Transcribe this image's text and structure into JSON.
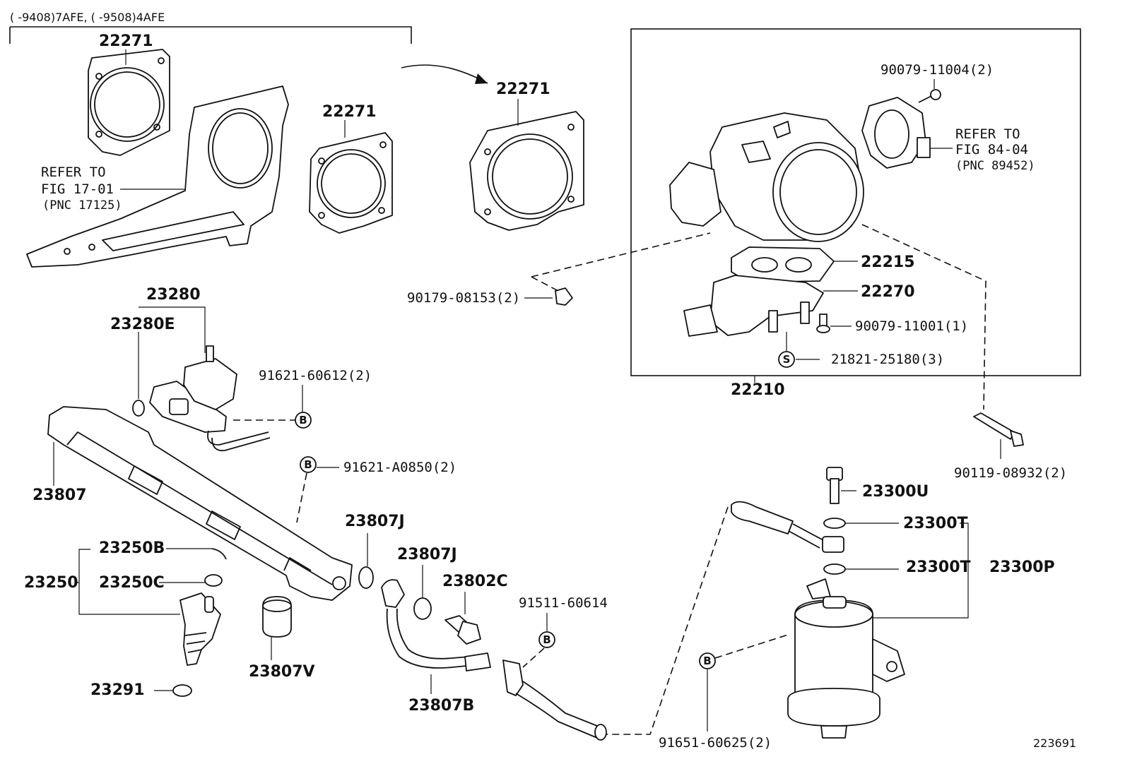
{
  "header": {
    "applicability": "(    -9408)7AFE, (    -9508)4AFE"
  },
  "figure_id": "223691",
  "symbols": {
    "b": "B",
    "s": "S"
  },
  "references": [
    {
      "line1": "REFER TO",
      "line2": "FIG 17-01",
      "line3": "(PNC 17125)"
    },
    {
      "line1": "REFER TO",
      "line2": "FIG 84-04",
      "line3": "(PNC 89452)"
    }
  ],
  "parts": {
    "p22271a": "22271",
    "p22271b": "22271",
    "p22271c": "22271",
    "p23280": "23280",
    "p23280e": "23280E",
    "p91621_60612": "91621-60612(2)",
    "p23807": "23807",
    "p91621_a0850": "91621-A0850(2)",
    "p23807j_a": "23807J",
    "p23807j_b": "23807J",
    "p23250b": "23250B",
    "p23250c": "23250C",
    "p23250": "23250",
    "p23802c": "23802C",
    "p91511_60614": "91511-60614",
    "p23807v": "23807V",
    "p23291": "23291",
    "p23807b": "23807B",
    "p90079_11004": "90079-11004(2)",
    "p90179_08153": "90179-08153(2)",
    "p22215": "22215",
    "p22270": "22270",
    "p90079_11001": "90079-11001(1)",
    "p21821_25180": "21821-25180(3)",
    "p22210": "22210",
    "p90119_08932": "90119-08932(2)",
    "p23300u": "23300U",
    "p23300t_a": "23300T",
    "p23300t_b": "23300T",
    "p23300p": "23300P",
    "p91651_60625": "91651-60625(2)"
  }
}
